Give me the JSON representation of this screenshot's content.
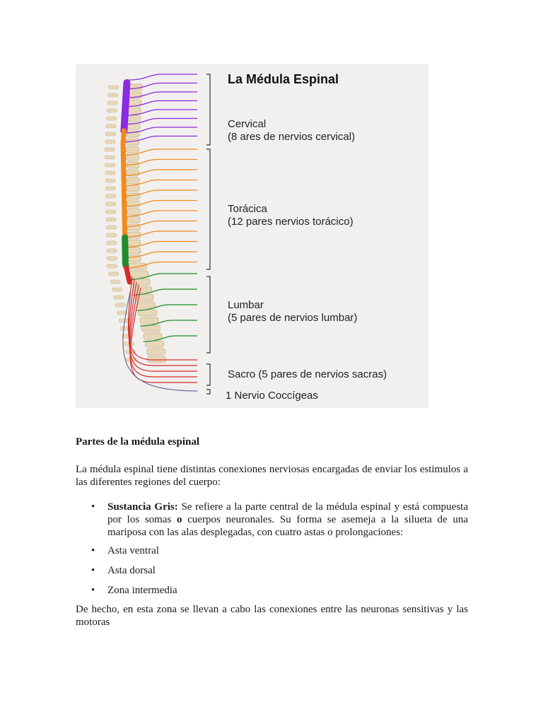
{
  "figure": {
    "title": "La Médula Espinal",
    "cervical_name": "Cervical",
    "cervical_desc": "(8 ares de nervios cervical)",
    "thoracic_name": "Torácica",
    "thoracic_desc": "(12 pares nervios torácico)",
    "lumbar_name": "Lumbar",
    "lumbar_desc": "(5 pares de nervios lumbar)",
    "sacral": "Sacro (5 pares de nervios sacras)",
    "coccygeal": "1 Nervio Coccígeas",
    "colors": {
      "cervical": "#8a2be2",
      "thoracic": "#f08a1e",
      "lumbar": "#1e8c2c",
      "sacral": "#d42a2a",
      "coccygeal": "#6a6a9a",
      "bone": "#e7d7b8",
      "bracket": "#333333"
    }
  },
  "heading": "Partes de la médula espinal",
  "intro": "La médula espinal tiene distintas conexiones nerviosas encargadas de enviar los estimulos a las diferentes regiones del cuerpo:",
  "items": [
    {
      "title": "Sustancia Gris:",
      "text_a": " Se refiere a la parte central de la médula espinal y está compuesta por los somas ",
      "bold_o": "o",
      "text_b": " cuerpos neuronales. Su forma se asemeja a la silueta de una mariposa con las alas desplegadas, con cuatro astas o prolongaciones:"
    },
    {
      "text": "Asta ventral"
    },
    {
      "text": "Asta dorsal"
    },
    {
      "text": "Zona intermedia"
    }
  ],
  "outro": "De hecho, en esta zona se llevan a cabo las conexiones entre las neuronas sensitivas y las motoras"
}
